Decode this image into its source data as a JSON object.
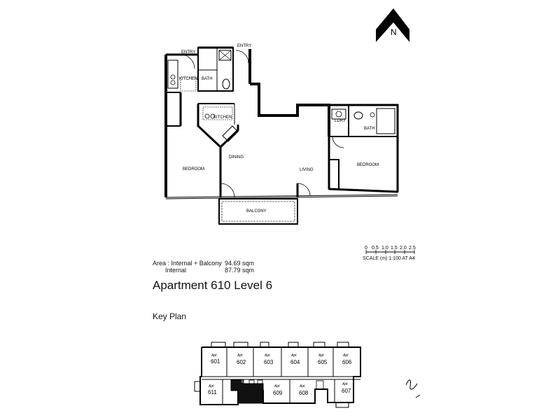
{
  "apartment": {
    "title": "Apartment 610 Level 6"
  },
  "area": {
    "label1": "Area : Internal + Balcony",
    "label2": "Internal",
    "value1": "94.69 sqm",
    "value2": "87.79 sqm"
  },
  "scale": {
    "ticks": [
      "0",
      "0.5",
      "1.0",
      "1.5",
      "2.0",
      "2.5"
    ],
    "caption": "SCALE (m) 1:100 AT A4"
  },
  "compass": {
    "letter": "N"
  },
  "rooms": {
    "entry_left": "ENTRY",
    "entry_right": "ENTRY",
    "kitchen_upper": "KITCHEN",
    "bath_upper": "BATH",
    "kitchen": "KITCHEN",
    "dining": "DINING",
    "bedroom_left": "BEDROOM",
    "living": "LIVING",
    "ldry": "LDRY",
    "bath_right": "BATH",
    "bedroom_right": "BEDROOM",
    "balcony": "BALCONY"
  },
  "key_plan": {
    "title": "Key Plan",
    "prefix": "Apt",
    "highlighted": "610",
    "units": [
      "601",
      "602",
      "603",
      "604",
      "605",
      "606",
      "611",
      "609",
      "608",
      "607"
    ]
  }
}
